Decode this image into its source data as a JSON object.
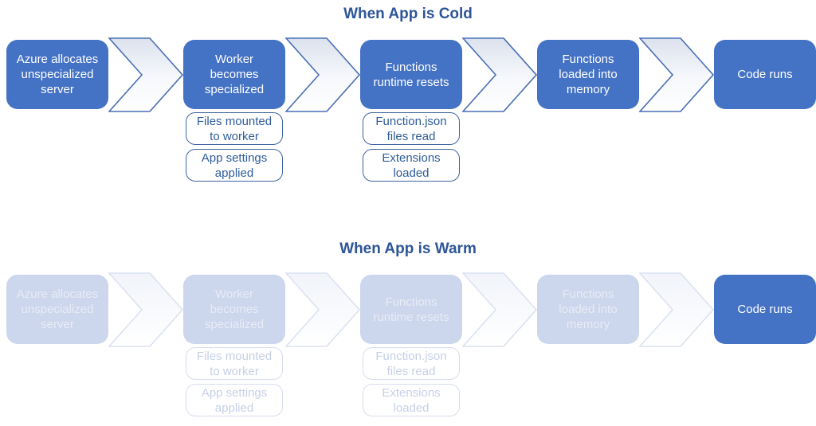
{
  "cold": {
    "title": "When App is Cold",
    "steps": [
      {
        "label": "Azure allocates unspecialized server",
        "substeps": []
      },
      {
        "label": "Worker becomes specialized",
        "substeps": [
          "Files mounted to worker",
          "App settings applied"
        ]
      },
      {
        "label": "Functions runtime resets",
        "substeps": [
          "Function.json files read",
          "Extensions loaded"
        ]
      },
      {
        "label": "Functions loaded into memory",
        "substeps": []
      },
      {
        "label": "Code runs",
        "substeps": []
      }
    ]
  },
  "warm": {
    "title": "When App is Warm",
    "steps": [
      {
        "label": "Azure allocates unspecialized server",
        "substeps": []
      },
      {
        "label": "Worker becomes specialized",
        "substeps": [
          "Files mounted to worker",
          "App settings applied"
        ]
      },
      {
        "label": "Functions runtime resets",
        "substeps": [
          "Function.json files read",
          "Extensions loaded"
        ]
      },
      {
        "label": "Functions loaded into memory",
        "substeps": []
      },
      {
        "label": "Code runs",
        "substeps": []
      }
    ]
  },
  "colors": {
    "accent": "#4472C4",
    "title_text": "#2E5597",
    "substep_border": "#3E639F",
    "substep_text": "#2E5C9A",
    "chevron_stroke": "#4A6FB5",
    "muted_fill": "#CCD6EC",
    "muted_text": "#E8ECF7",
    "muted_substep_border": "#D7DDEF",
    "muted_substep_text": "#C7D0E6",
    "muted_chevron_stroke": "#DCE2F1"
  }
}
